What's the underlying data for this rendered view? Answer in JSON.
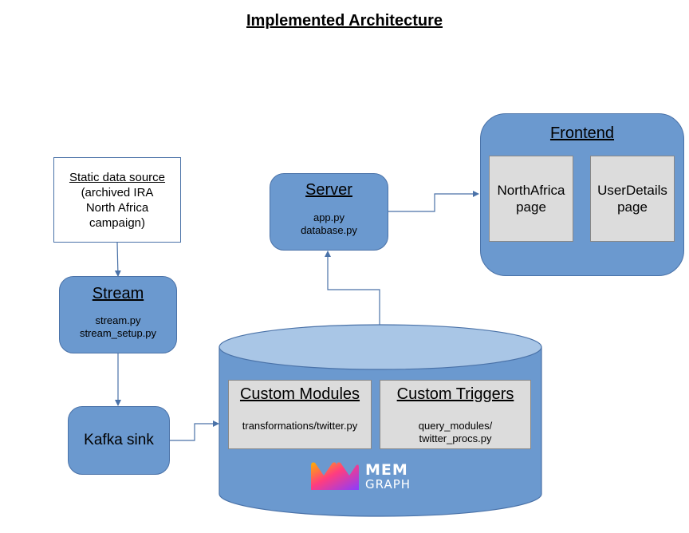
{
  "title": "Implemented Architecture",
  "static_source": {
    "heading": "Static data source",
    "lines": [
      "(archived IRA",
      "North Africa",
      "campaign)"
    ]
  },
  "stream": {
    "heading": "Stream",
    "files": [
      "stream.py",
      "stream_setup.py"
    ]
  },
  "kafka": {
    "label": "Kafka sink"
  },
  "server": {
    "heading": "Server",
    "files": [
      "app.py",
      "database.py"
    ]
  },
  "frontend": {
    "heading": "Frontend",
    "pages": [
      {
        "lines": [
          "NorthAfrica",
          "page"
        ]
      },
      {
        "lines": [
          "UserDetails",
          "page"
        ]
      }
    ]
  },
  "memgraph": {
    "custom_modules": {
      "heading": "Custom Modules",
      "files": [
        "transformations/twitter.py"
      ]
    },
    "custom_triggers": {
      "heading": "Custom Triggers",
      "files": [
        "query_modules/",
        "twitter_procs.py"
      ]
    },
    "logo": {
      "line1": "MEM",
      "line2": "GRAPH"
    }
  },
  "colors": {
    "box_fill": "#6b99cf",
    "cylinder_top": "#a9c6e6",
    "page_fill": "#dcdcdc",
    "wire": "#4a72a8"
  }
}
